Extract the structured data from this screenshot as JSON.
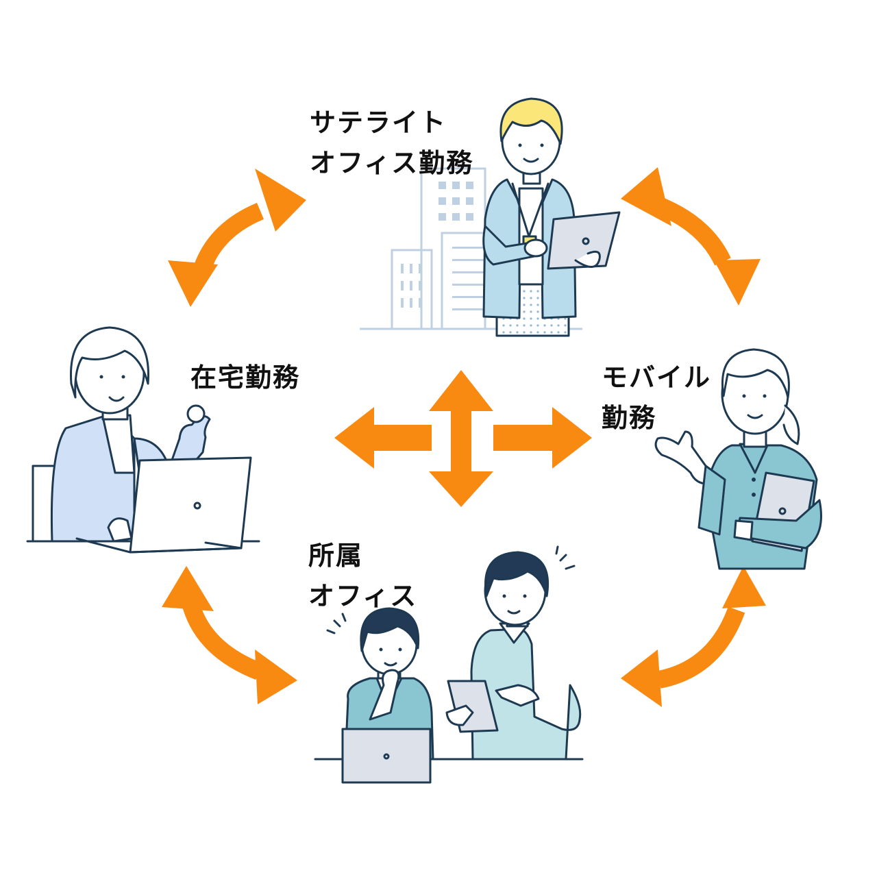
{
  "labels": {
    "satellite": "サテライト\nオフィス勤務",
    "home": "在宅勤務",
    "mobile": "モバイル\n勤務",
    "office": "所属\nオフィス"
  },
  "colors": {
    "arrow": "#F88A12",
    "outline": "#1E3A52",
    "building": "#BFD0E2",
    "jacket_blue": "#CFE0F7",
    "jacket_cyan": "#B8DCEB",
    "shirt_teal": "#89C6D2",
    "sweater": "#BFE3E6",
    "hair_yellow": "#FBE67A",
    "hair_dark": "#223A55",
    "laptop": "#DCE1EA"
  }
}
